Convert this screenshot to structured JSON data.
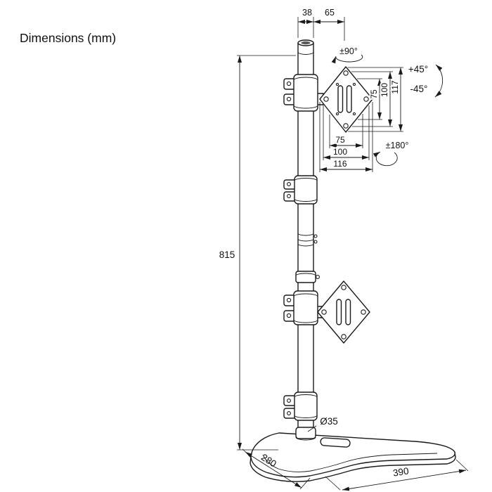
{
  "title": "Dimensions (mm)",
  "annotations": {
    "pole_top_width": "38",
    "plate_offset": "65",
    "swivel_range": "±90°",
    "tilt_up": "+45°",
    "tilt_down": "-45°",
    "rotation_range": "±180°",
    "vesa_height_75": "75",
    "vesa_height_100": "100",
    "plate_height_117": "117",
    "vesa_width_75": "75",
    "vesa_width_100": "100",
    "plate_width_116": "116",
    "stand_height": "815",
    "pole_diameter": "Ø35",
    "base_depth": "280",
    "base_width": "390"
  },
  "colors": {
    "line": "#1a1a1a",
    "background": "#ffffff"
  }
}
